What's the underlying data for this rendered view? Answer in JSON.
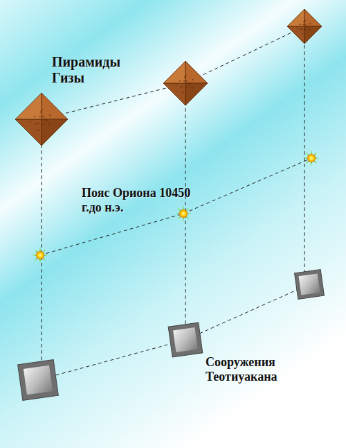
{
  "diagram": {
    "labels": [
      "Пирамиды Гизы",
      "Пояс Ориона 10450 г.до н.э.",
      "Сооружения Теотиуакана"
    ]
  }
}
